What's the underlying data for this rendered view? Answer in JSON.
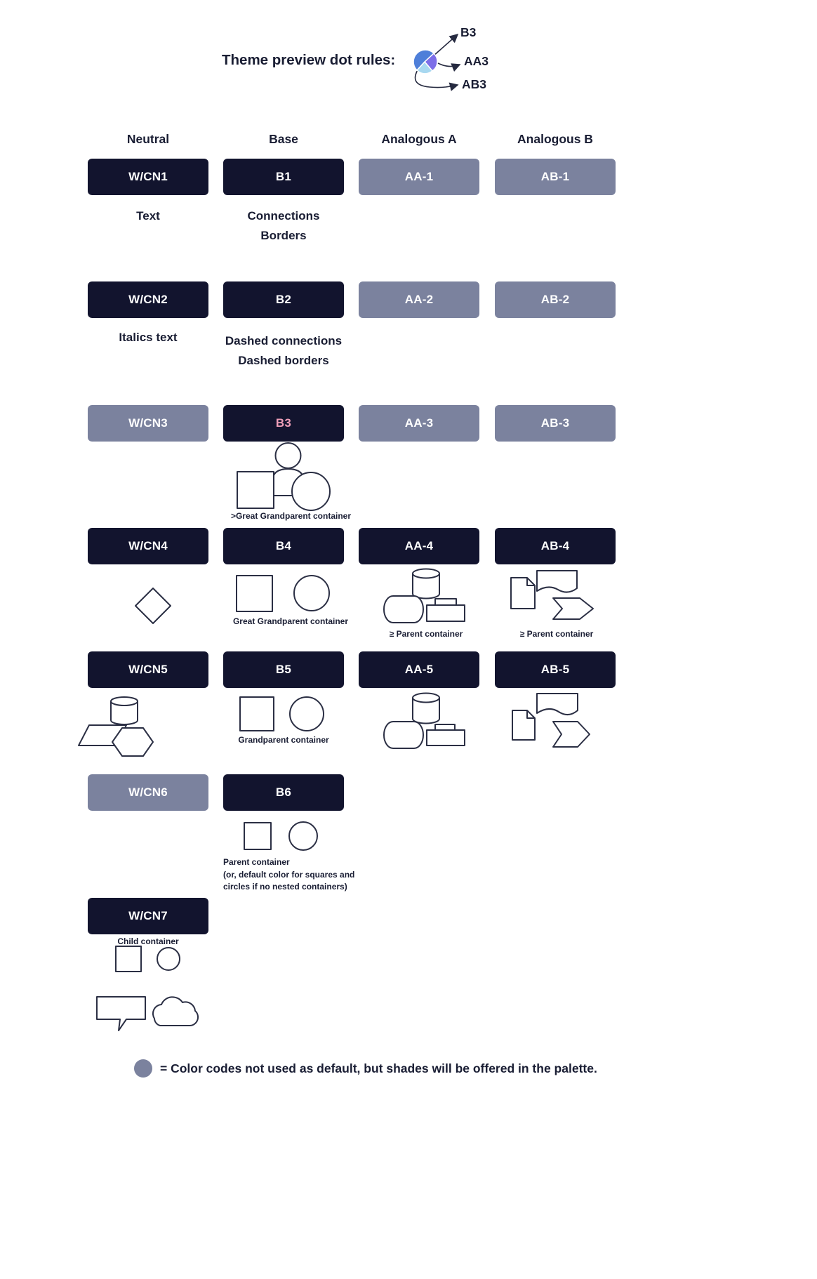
{
  "header": {
    "title": "Theme preview dot rules:",
    "dot_targets": [
      "B3",
      "AA3",
      "AB3"
    ]
  },
  "column_headers": [
    "Neutral",
    "Base",
    "Analogous A",
    "Analogous B"
  ],
  "pills": [
    {
      "label": "W/CN1",
      "variant": "dark"
    },
    {
      "label": "B1",
      "variant": "dark"
    },
    {
      "label": "AA-1",
      "variant": "gray"
    },
    {
      "label": "AB-1",
      "variant": "gray"
    },
    {
      "label": "W/CN2",
      "variant": "dark"
    },
    {
      "label": "B2",
      "variant": "dark"
    },
    {
      "label": "AA-2",
      "variant": "gray"
    },
    {
      "label": "AB-2",
      "variant": "gray"
    },
    {
      "label": "W/CN3",
      "variant": "gray"
    },
    {
      "label": "B3",
      "variant": "dark",
      "text_color": "#ef9fb9"
    },
    {
      "label": "AA-3",
      "variant": "gray"
    },
    {
      "label": "AB-3",
      "variant": "gray"
    },
    {
      "label": "W/CN4",
      "variant": "dark"
    },
    {
      "label": "B4",
      "variant": "dark"
    },
    {
      "label": "AA-4",
      "variant": "dark"
    },
    {
      "label": "AB-4",
      "variant": "dark"
    },
    {
      "label": "W/CN5",
      "variant": "dark"
    },
    {
      "label": "B5",
      "variant": "dark"
    },
    {
      "label": "AA-5",
      "variant": "dark"
    },
    {
      "label": "AB-5",
      "variant": "dark"
    },
    {
      "label": "W/CN6",
      "variant": "gray"
    },
    {
      "label": "B6",
      "variant": "dark"
    },
    {
      "label": "W/CN7",
      "variant": "dark"
    }
  ],
  "annotations": {
    "wcn1": "Text",
    "b1_line1": "Connections",
    "b1_line2": "Borders",
    "wcn2": "Italics text",
    "b2_line1": "Dashed connections",
    "b2_line2": "Dashed borders",
    "b3_shapes": ">Great Grandparent container",
    "b4_shapes": "Great Grandparent container",
    "aa4_shapes": "≥ Parent container",
    "ab4_shapes": "≥ Parent container",
    "b5_shapes": "Grandparent container",
    "b6_line1": "Parent container",
    "b6_line2": "(or, default color for squares and",
    "b6_line3": "circles if no nested containers)",
    "wcn7": "Child container"
  },
  "legend": {
    "text": "= Color codes not used as default, but shades will be offered in the palette."
  },
  "colors": {
    "dark_pill": "#12142e",
    "gray_pill": "#7b829e",
    "pill_text": "#ffffff",
    "b3_text": "#ef9fb9",
    "ink": "#191d33",
    "shape_stroke": "#2b2f44",
    "dot_blue": "#4e7fd9",
    "dot_purple": "#7d6ee8",
    "dot_lightblue": "#a8d8f0"
  }
}
